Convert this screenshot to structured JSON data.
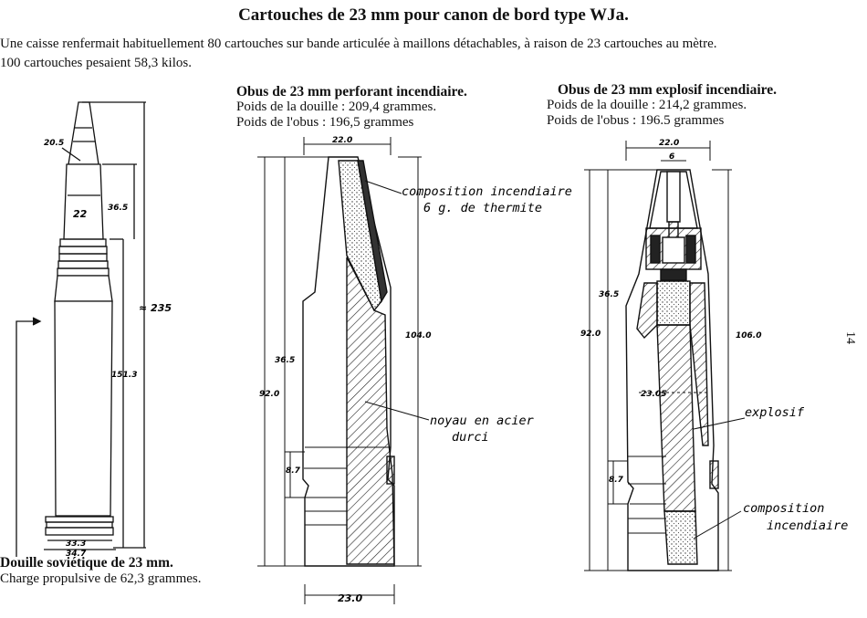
{
  "header": {
    "title": "Cartouches de 23 mm pour canon de bord type WJa.",
    "intro_line1": "Une caisse renfermait habituellement 80 cartouches sur bande articulée à maillons détachables, à raison de 23 cartouches au mètre.",
    "intro_line2": "100 cartouches pesaient 58,3 kilos."
  },
  "cartridge": {
    "caption_title": "Douille soviétique de 23 mm.",
    "caption_line": "Charge propulsive de 62,3 grammes.",
    "dims": {
      "tip": "20.5",
      "caliber": "22",
      "ogive": "36.5",
      "overall": "≈ 235",
      "case": "151.3",
      "rim1": "33.3",
      "rim2": "34.7"
    }
  },
  "ap_shell": {
    "caption_title": "Obus de 23 mm perforant incendiaire.",
    "line1": "Poids de la douille : 209,4 grammes.",
    "line2": "Poids de l'obus :  196,5  grammes",
    "label_incendiary": "composition incendiaire",
    "label_thermite": "6 g. de thermite",
    "label_core_1": "noyau en acier",
    "label_core_2": "durci",
    "dims": {
      "top": "22.0",
      "ogive": "36.5",
      "body": "92.0",
      "length": "104.0",
      "band": "8.7",
      "base": "23.0"
    }
  },
  "he_shell": {
    "caption_title": "Obus de 23 mm explosif incendiaire.",
    "line1": "Poids de la douille : 214,2 grammes.",
    "line2": "Poids de l'obus : 196.5  grammes",
    "label_explosive": "explosif",
    "label_incendiary_1": "composition",
    "label_incendiary_2": "incendiaire",
    "dims": {
      "top": "22.0",
      "fuze": "6",
      "ogive": "36.5",
      "body": "92.0",
      "length": "106.0",
      "band": "8.7",
      "bore": "23.05"
    }
  },
  "page_number": "14"
}
